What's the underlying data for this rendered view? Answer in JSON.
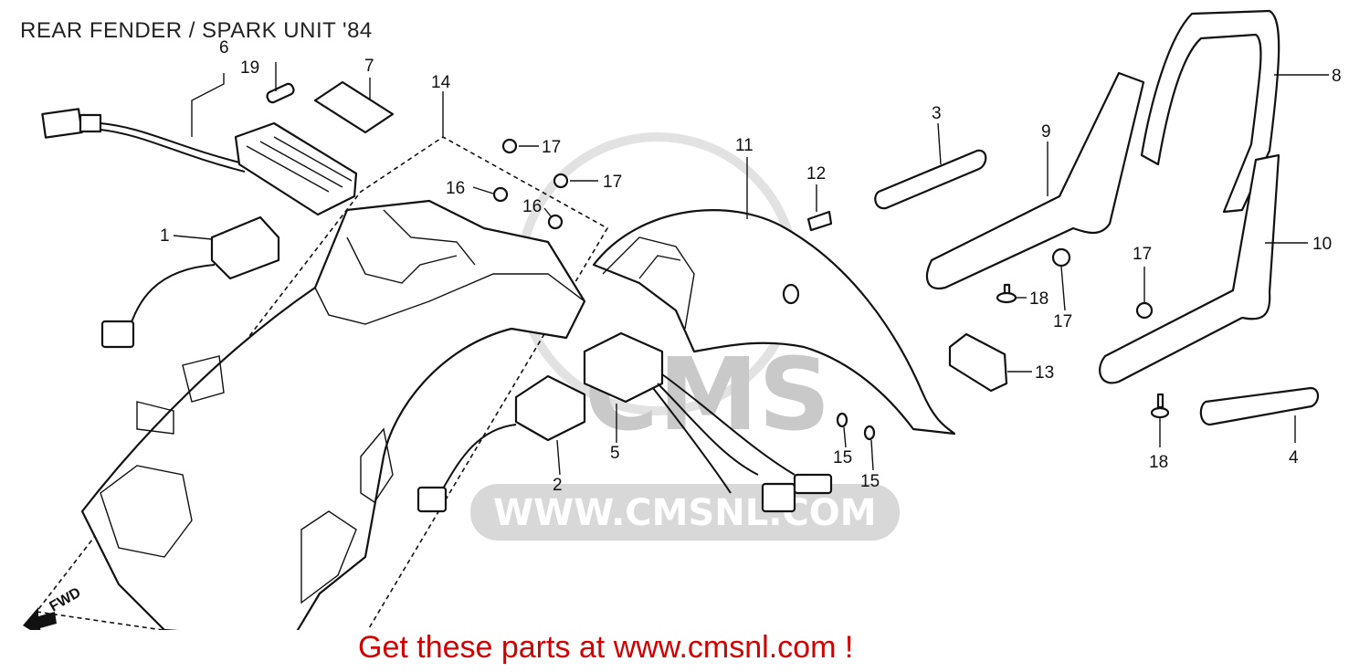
{
  "title": "REAR FENDER / SPARK UNIT '84",
  "footer": "Get these parts at www.cmsnl.com !",
  "watermark": {
    "brand": "CMS",
    "url": "WWW.CMSNL.COM"
  },
  "direction_label": "FWD",
  "callouts": [
    "1",
    "2",
    "3",
    "4",
    "5",
    "6",
    "7",
    "8",
    "9",
    "10",
    "11",
    "12",
    "13",
    "14",
    "15",
    "16",
    "17",
    "18",
    "19"
  ],
  "colors": {
    "footer": "#d40000",
    "watermark": "#c9c9c9",
    "ink": "#111111"
  }
}
